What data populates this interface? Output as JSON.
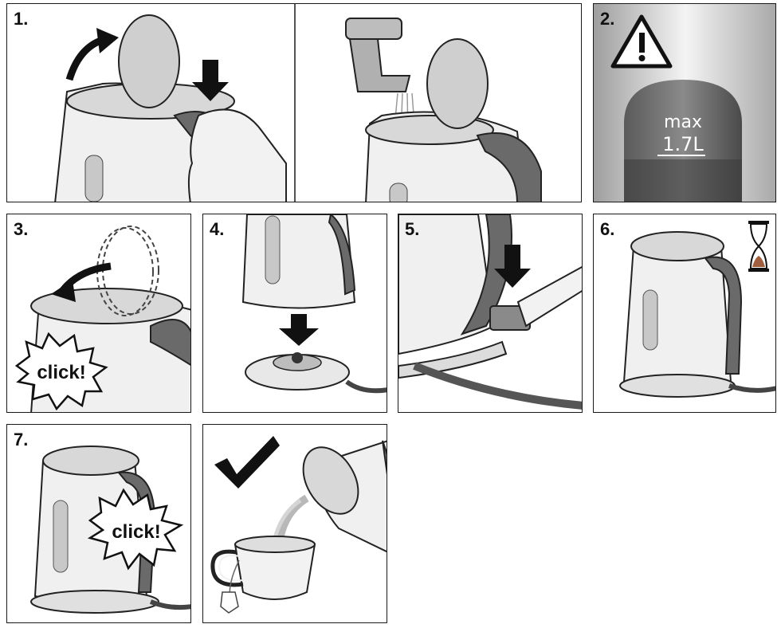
{
  "steps": {
    "s1": {
      "number": "1."
    },
    "s2": {
      "number": "2.",
      "max_label": "max",
      "volume_label": "1.7L"
    },
    "s3": {
      "number": "3.",
      "click": "click!"
    },
    "s4": {
      "number": "4."
    },
    "s5": {
      "number": "5."
    },
    "s6": {
      "number": "6."
    },
    "s7": {
      "number": "7.",
      "click": "click!"
    }
  },
  "icons": {
    "warning": "warning-triangle-icon",
    "hourglass": "hourglass-icon",
    "checkmark": "checkmark-icon"
  }
}
